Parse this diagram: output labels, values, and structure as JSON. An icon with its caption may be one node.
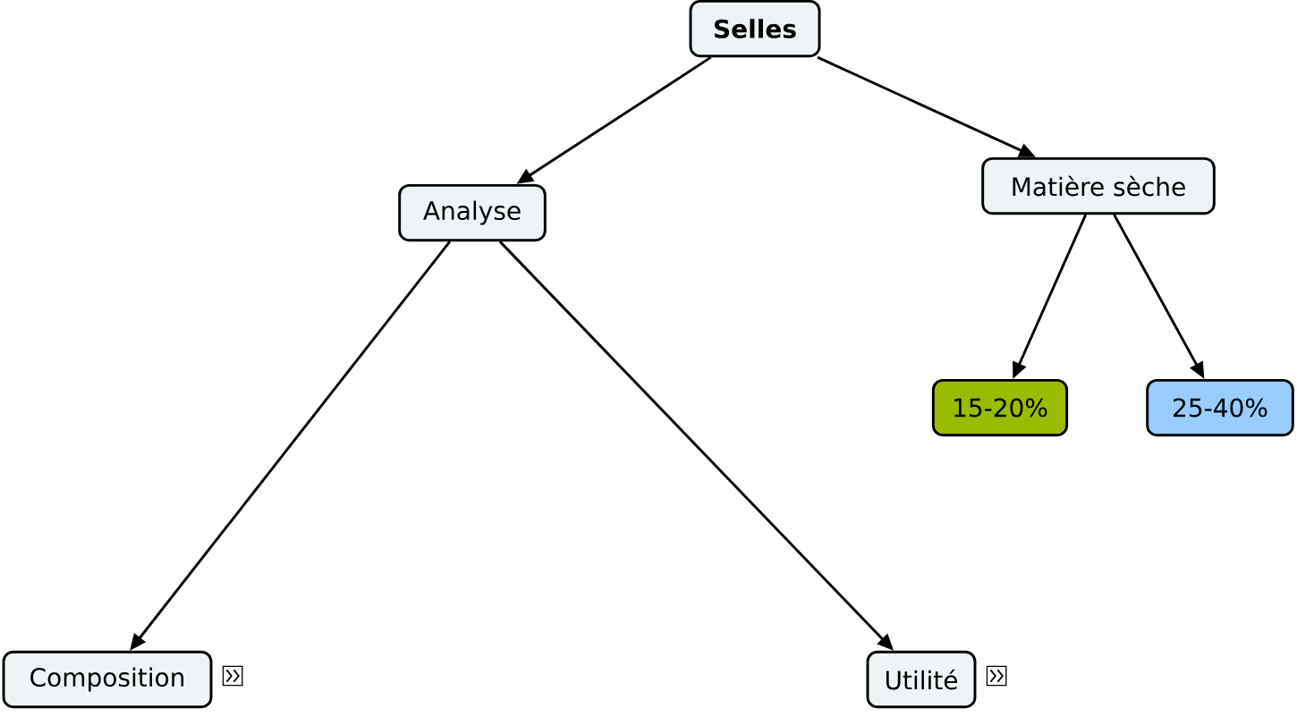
{
  "diagram": {
    "nodes": [
      {
        "text": [
          "Selles"
        ]
      },
      {
        "text": [
          "Analyse"
        ]
      },
      {
        "text": [
          "Matière sèche"
        ]
      },
      {
        "text": [
          "15-20%"
        ]
      },
      {
        "text": [
          "25-40%"
        ]
      },
      {
        "text": [
          "Composition"
        ]
      },
      {
        "text": [
          "Utilité"
        ]
      }
    ],
    "edges": [
      {
        "from": 0,
        "to": 1,
        "arrow": "to"
      },
      {
        "from": 0,
        "to": 2,
        "arrow": "to"
      },
      {
        "from": 2,
        "to": 3,
        "arrow": "to"
      },
      {
        "from": 2,
        "to": 4,
        "arrow": "to"
      },
      {
        "from": 1,
        "to": 5,
        "arrow": "to"
      },
      {
        "from": 1,
        "to": 6,
        "arrow": "to"
      }
    ]
  }
}
